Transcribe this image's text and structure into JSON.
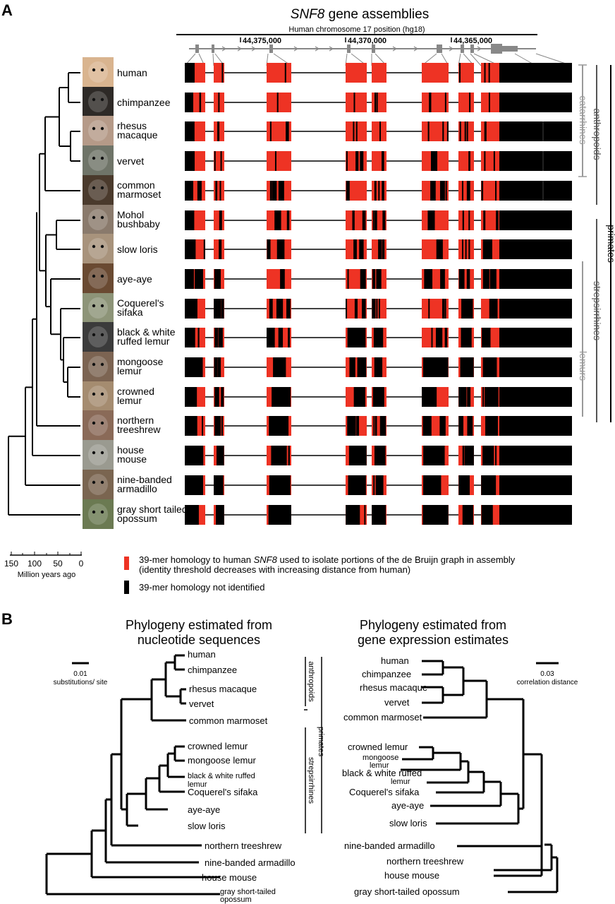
{
  "panel_a": {
    "letter": "A",
    "title_gene": "SNF8",
    "title_rest": " gene assemblies",
    "chrom_label": "Human chromosome 17 position (hg18)",
    "positions": [
      "44,375,000",
      "44,370,000",
      "44,365,000"
    ],
    "species": [
      {
        "name": [
          "human"
        ],
        "color": "#d9b48f"
      },
      {
        "name": [
          "chimpanzee"
        ],
        "color": "#2e2a27"
      },
      {
        "name": [
          "rhesus",
          "macaque"
        ],
        "color": "#b59a88"
      },
      {
        "name": [
          "vervet"
        ],
        "color": "#6f7468"
      },
      {
        "name": [
          "common",
          "marmoset"
        ],
        "color": "#4a3a2c"
      },
      {
        "name": [
          "Mohol",
          "bushbaby"
        ],
        "color": "#8a7a6c"
      },
      {
        "name": [
          "slow loris"
        ],
        "color": "#a8937c"
      },
      {
        "name": [
          "aye-aye"
        ],
        "color": "#6a4a32"
      },
      {
        "name": [
          "Coquerel's",
          "sifaka"
        ],
        "color": "#8d9478"
      },
      {
        "name": [
          "black & white",
          "ruffed lemur"
        ],
        "color": "#3b3b3b"
      },
      {
        "name": [
          "mongoose",
          "lemur"
        ],
        "color": "#7c6452"
      },
      {
        "name": [
          "crowned",
          "lemur"
        ],
        "color": "#a58c70"
      },
      {
        "name": [
          "northern",
          "treeshrew"
        ],
        "color": "#8a6a58"
      },
      {
        "name": [
          "house",
          "mouse"
        ],
        "color": "#9a9a90"
      },
      {
        "name": [
          "nine-banded",
          "armadillo"
        ],
        "color": "#7a6550"
      },
      {
        "name": [
          "gray short tailed",
          "opossum"
        ],
        "color": "#6b7a52"
      }
    ],
    "clade_labels": [
      "anthropoids",
      "catarrhines",
      "primates",
      "strepsirrhines",
      "lemurs"
    ],
    "time_axis": {
      "ticks": [
        "150",
        "100",
        "50",
        "0"
      ],
      "label": "Million years ago"
    },
    "legend": {
      "red_pre": "39-mer homology to human ",
      "red_gene": "SNF8",
      "red_post": " used to isolate portions of the de Bruijn graph in assembly",
      "red_line2": "(identity threshold decreases with increasing distance from human)",
      "black": "39-mer homology not identified",
      "red_color": "#ee3324",
      "black_color": "#000000"
    }
  },
  "panel_b": {
    "letter": "B",
    "left_title": [
      "Phylogeny estimated from",
      "nucleotide sequences"
    ],
    "right_title": [
      "Phylogeny estimated from",
      "gene expression estimates"
    ],
    "left_scale": {
      "value": "0.01",
      "unit": "substitutions/ site"
    },
    "right_scale": {
      "value": "0.03",
      "unit": "correlation distance"
    },
    "left_taxa": [
      "human",
      "chimpanzee",
      "rhesus macaque",
      "vervet",
      "common marmoset",
      "crowned lemur",
      "mongoose lemur",
      "black & white ruffed",
      "lemur",
      "Coquerel's sifaka",
      "aye-aye",
      "slow loris",
      "northern treeshrew",
      "nine-banded armadillo",
      "house mouse",
      "gray short-tailed",
      "opossum"
    ],
    "right_taxa": [
      "human",
      "chimpanzee",
      "rhesus macaque",
      "vervet",
      "common marmoset",
      "crowned lemur",
      "mongoose",
      "lemur",
      "black & white ruffed",
      "lemur",
      "Coquerel's sifaka",
      "aye-aye",
      "slow loris",
      "nine-banded armadillo",
      "northern treeshrew",
      "house mouse",
      "gray short-tailed opossum"
    ],
    "clade_labels": [
      "anthropoids",
      "primates",
      "strepsirrhines"
    ]
  }
}
